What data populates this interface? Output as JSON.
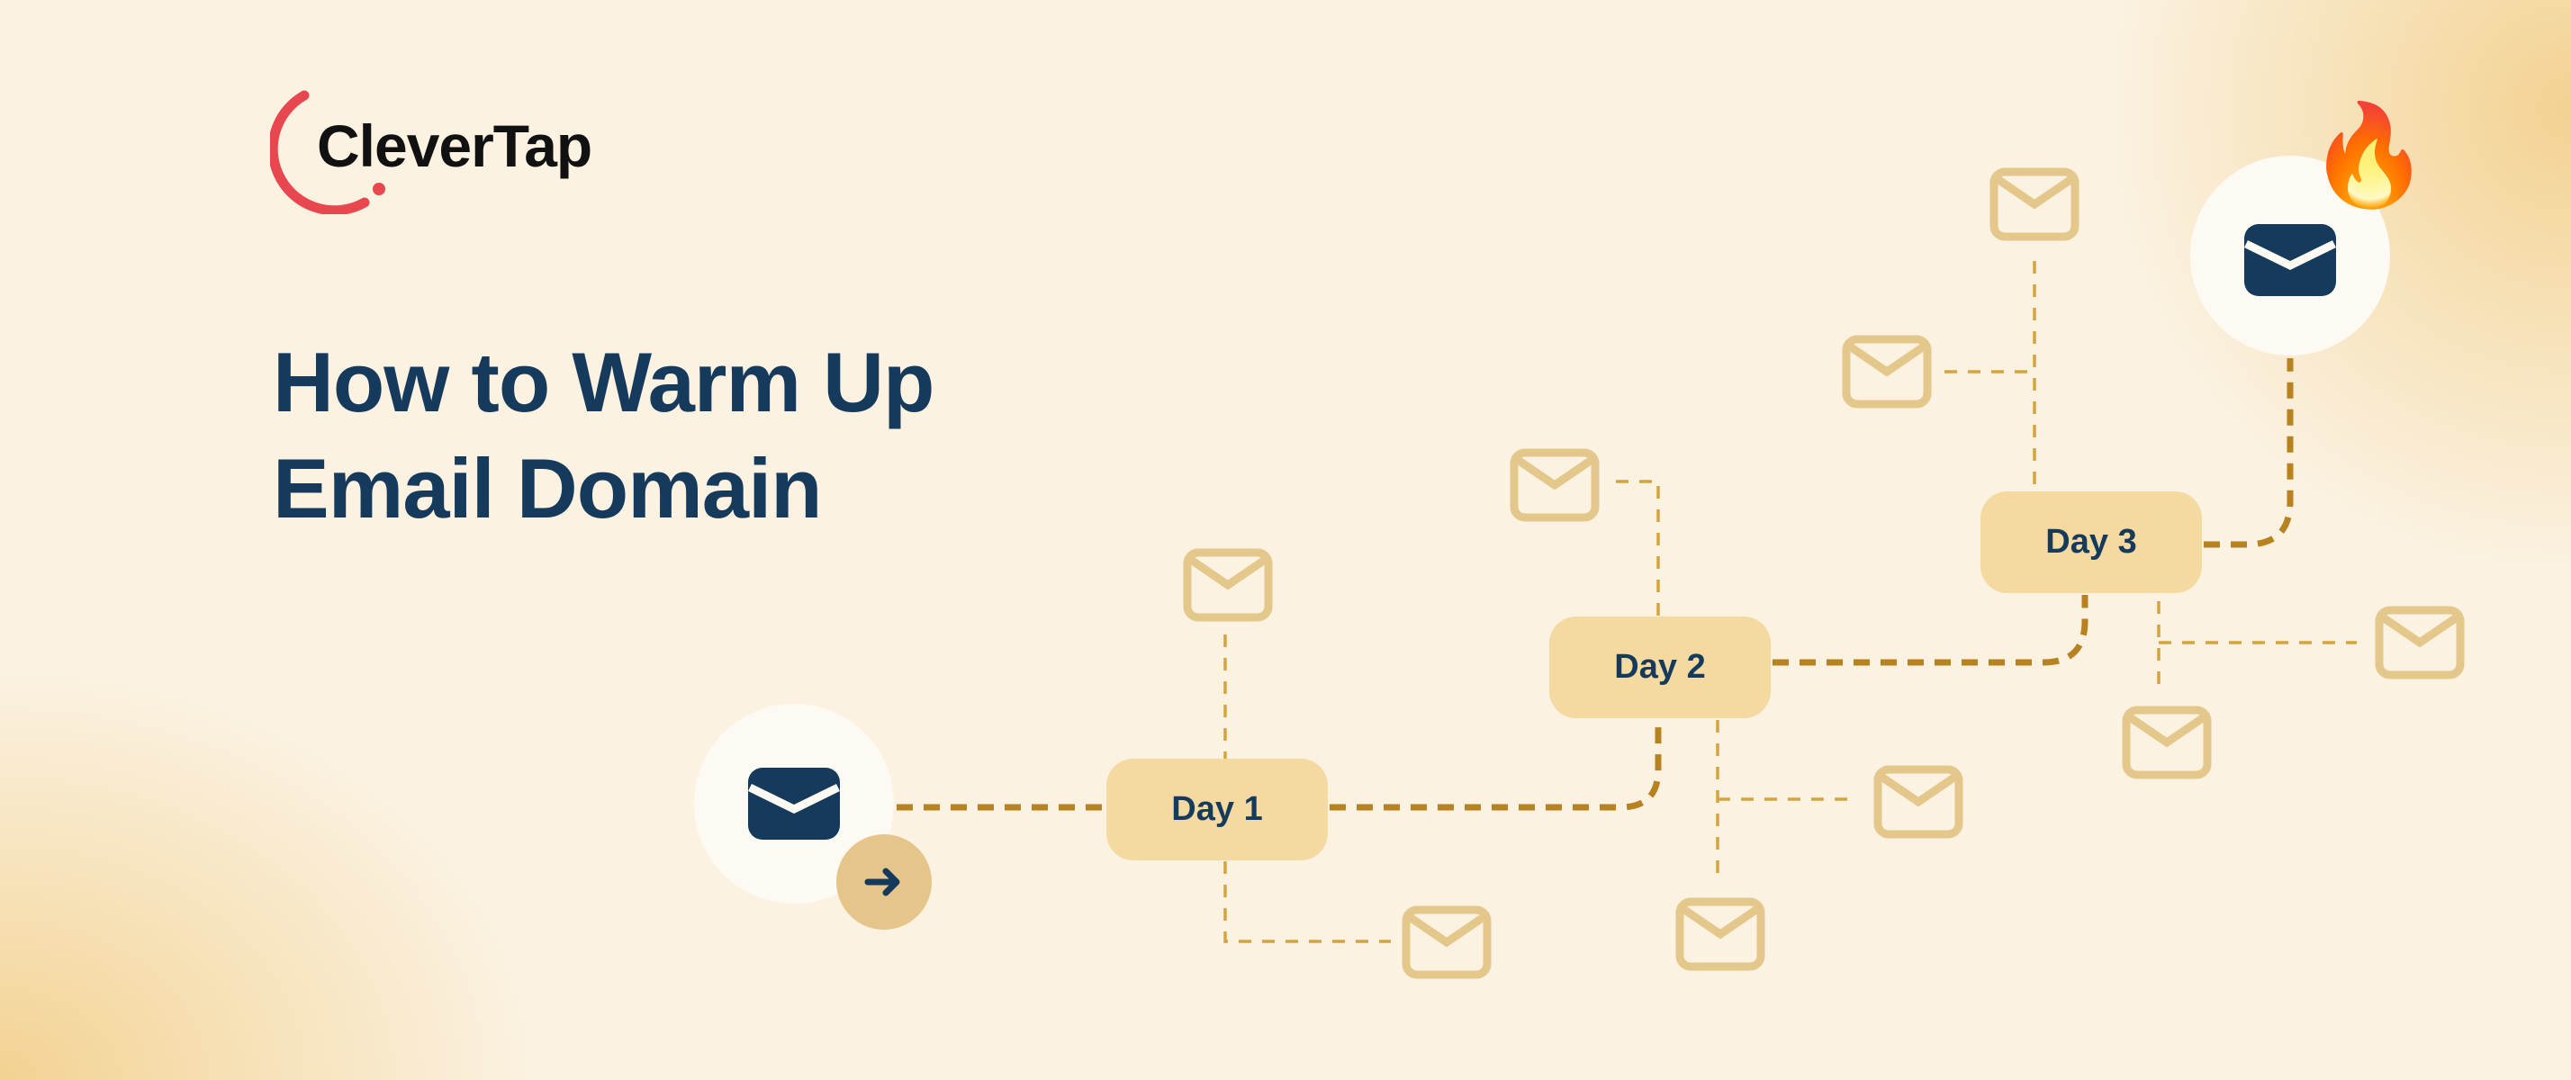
{
  "brand": {
    "name": "CleverTap",
    "logo_arc_color": "#E8474F"
  },
  "headline": {
    "line1": "How to Warm Up",
    "line2": "Email Domain",
    "color": "#163A5C"
  },
  "flow": {
    "start_icon": "envelope-filled-icon",
    "start_badge_icon": "arrow-right-icon",
    "end_icon": "envelope-filled-icon",
    "end_badge": "🔥",
    "steps": [
      {
        "label": "Day 1"
      },
      {
        "label": "Day 2"
      },
      {
        "label": "Day 3"
      }
    ],
    "colors": {
      "step_fill": "#F4D9A0",
      "connector": "#B98220",
      "envelope_outline": "#E4C78A",
      "navy": "#163A5C"
    }
  }
}
